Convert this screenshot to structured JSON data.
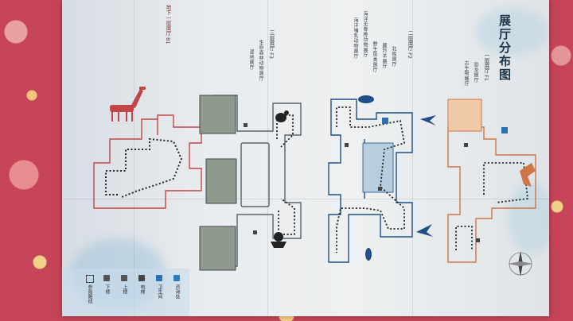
{
  "title": "展厅分布图",
  "sections": {
    "b1": {
      "label": "地下一层展厅  B1",
      "color": "#c14646"
    },
    "f3": {
      "label": "三层展厅  F3",
      "line1": "生命森林动物展厅",
      "line2": "湿地展厅",
      "color": "#3c4a52"
    },
    "f2": {
      "label": "二层展厅  F2",
      "lines": [
        "北极展厅",
        "藏羚羊展厅",
        "野生鱼类展厅",
        "海洋无脊椎动物展厅",
        "海洋哺乳动物展厅"
      ],
      "color": "#1f4f86"
    },
    "f1": {
      "label": "一层展厅  F1",
      "lines": [
        "恐龙展厅",
        "古生物展厅"
      ],
      "color": "#cf7548"
    }
  },
  "legend": {
    "items": [
      {
        "icon": "info-icon",
        "label": "咨询处",
        "color": "#2d7fbf"
      },
      {
        "icon": "restroom-icon",
        "label": "卫生间",
        "color": "#2d6fb5"
      },
      {
        "icon": "elevator-icon",
        "label": "电梯",
        "color": "#444444"
      },
      {
        "icon": "stairs-up-icon",
        "label": "上楼",
        "color": "#555555"
      },
      {
        "icon": "stairs-down-icon",
        "label": "下楼",
        "color": "#555555"
      },
      {
        "icon": "tour-route-icon",
        "label": "参观路线",
        "color": "#333333"
      }
    ]
  },
  "colors": {
    "b1": "#c14646",
    "f3_fill": "#8f9a8c",
    "f2": "#1f4f86",
    "f1": "#cf7548",
    "f1_fill": "#f0c9a8",
    "route": "#222222"
  }
}
